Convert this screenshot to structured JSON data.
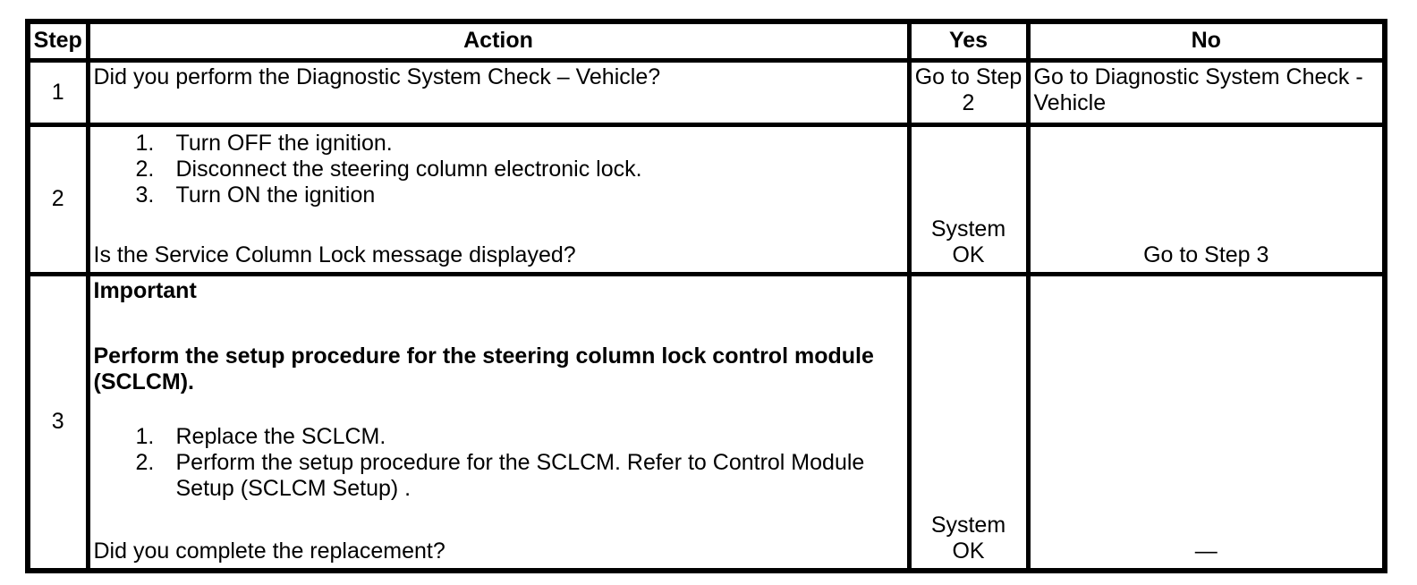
{
  "table": {
    "colors": {
      "border": "#000000",
      "background": "#ffffff",
      "text": "#000000"
    },
    "headers": {
      "step": "Step",
      "action": "Action",
      "yes": "Yes",
      "no": "No"
    },
    "rows": [
      {
        "step": "1",
        "question": "Did you perform the Diagnostic System Check – Vehicle?",
        "yes": "Go to Step 2",
        "no": "Go to Diagnostic System Check - Vehicle"
      },
      {
        "step": "2",
        "steps_list": [
          {
            "num": "1.",
            "text": "Turn OFF the ignition."
          },
          {
            "num": "2.",
            "text": "Disconnect the steering column electronic lock."
          },
          {
            "num": "3.",
            "text": "Turn ON the ignition"
          }
        ],
        "question": "Is the Service Column Lock message displayed?",
        "yes": "System OK",
        "no": "Go to Step 3"
      },
      {
        "step": "3",
        "important_label": "Important",
        "important_text": "Perform the setup procedure for the steering column lock control module (SCLCM).",
        "steps_list": [
          {
            "num": "1.",
            "text": "Replace the SCLCM."
          },
          {
            "num": "2.",
            "text": "Perform the setup procedure for the SCLCM. Refer to Control Module Setup (SCLCM Setup) ."
          }
        ],
        "question": "Did you complete the replacement?",
        "yes": "System OK",
        "no": "—"
      }
    ]
  }
}
